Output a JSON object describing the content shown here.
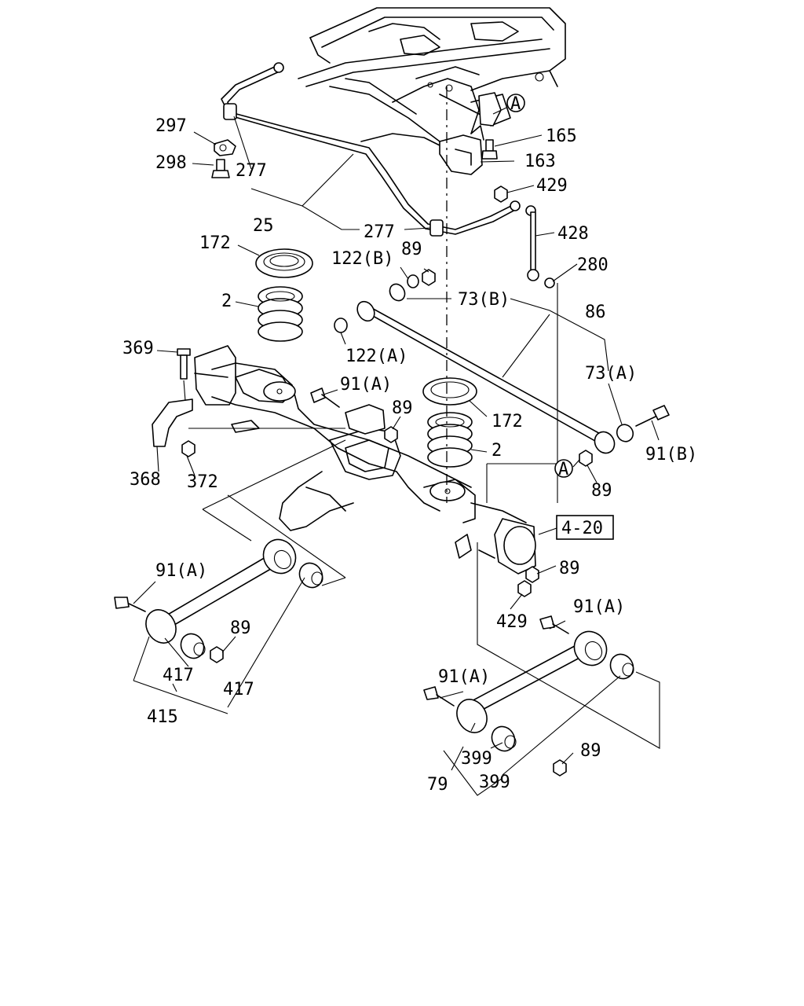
{
  "callouts": {
    "c297": "297",
    "c298": "298",
    "c277a": "277",
    "c277b": "277",
    "c25": "25",
    "c165": "165",
    "c163": "163",
    "c429a": "429",
    "c428": "428",
    "c172a": "172",
    "c122b": "122(B)",
    "c89a": "89",
    "c280": "280",
    "c2a": "2",
    "c73b": "73(B)",
    "c86": "86",
    "c122a": "122(A)",
    "c73a": "73(A)",
    "c369": "369",
    "c91a1": "91(A)",
    "c89b": "89",
    "c172b": "172",
    "c2b": "2",
    "c91b": "91(B)",
    "c368": "368",
    "c372": "372",
    "c89c": "89",
    "c89d": "89",
    "c91a2": "91(A)",
    "c429b": "429",
    "c91a3": "91(A)",
    "c89e": "89",
    "c417a": "417",
    "c417b": "417",
    "c415": "415",
    "c91a4": "91(A)",
    "c399a": "399",
    "c89f": "89",
    "c399b": "399",
    "c79": "79"
  },
  "markers": {
    "a1": "A",
    "a2": "A"
  },
  "reference_box": "4-20"
}
